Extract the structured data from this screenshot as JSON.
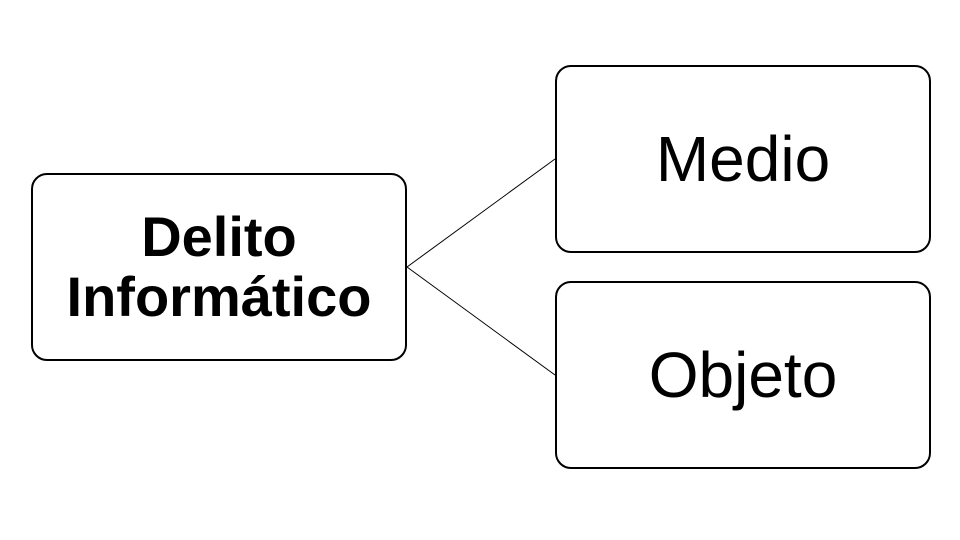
{
  "diagram": {
    "root": {
      "lines": [
        "Delito",
        "Informático"
      ]
    },
    "children": [
      {
        "label": "Medio"
      },
      {
        "label": "Objeto"
      }
    ],
    "colors": {
      "border": "#000000",
      "background": "#ffffff",
      "text": "#000000"
    }
  }
}
